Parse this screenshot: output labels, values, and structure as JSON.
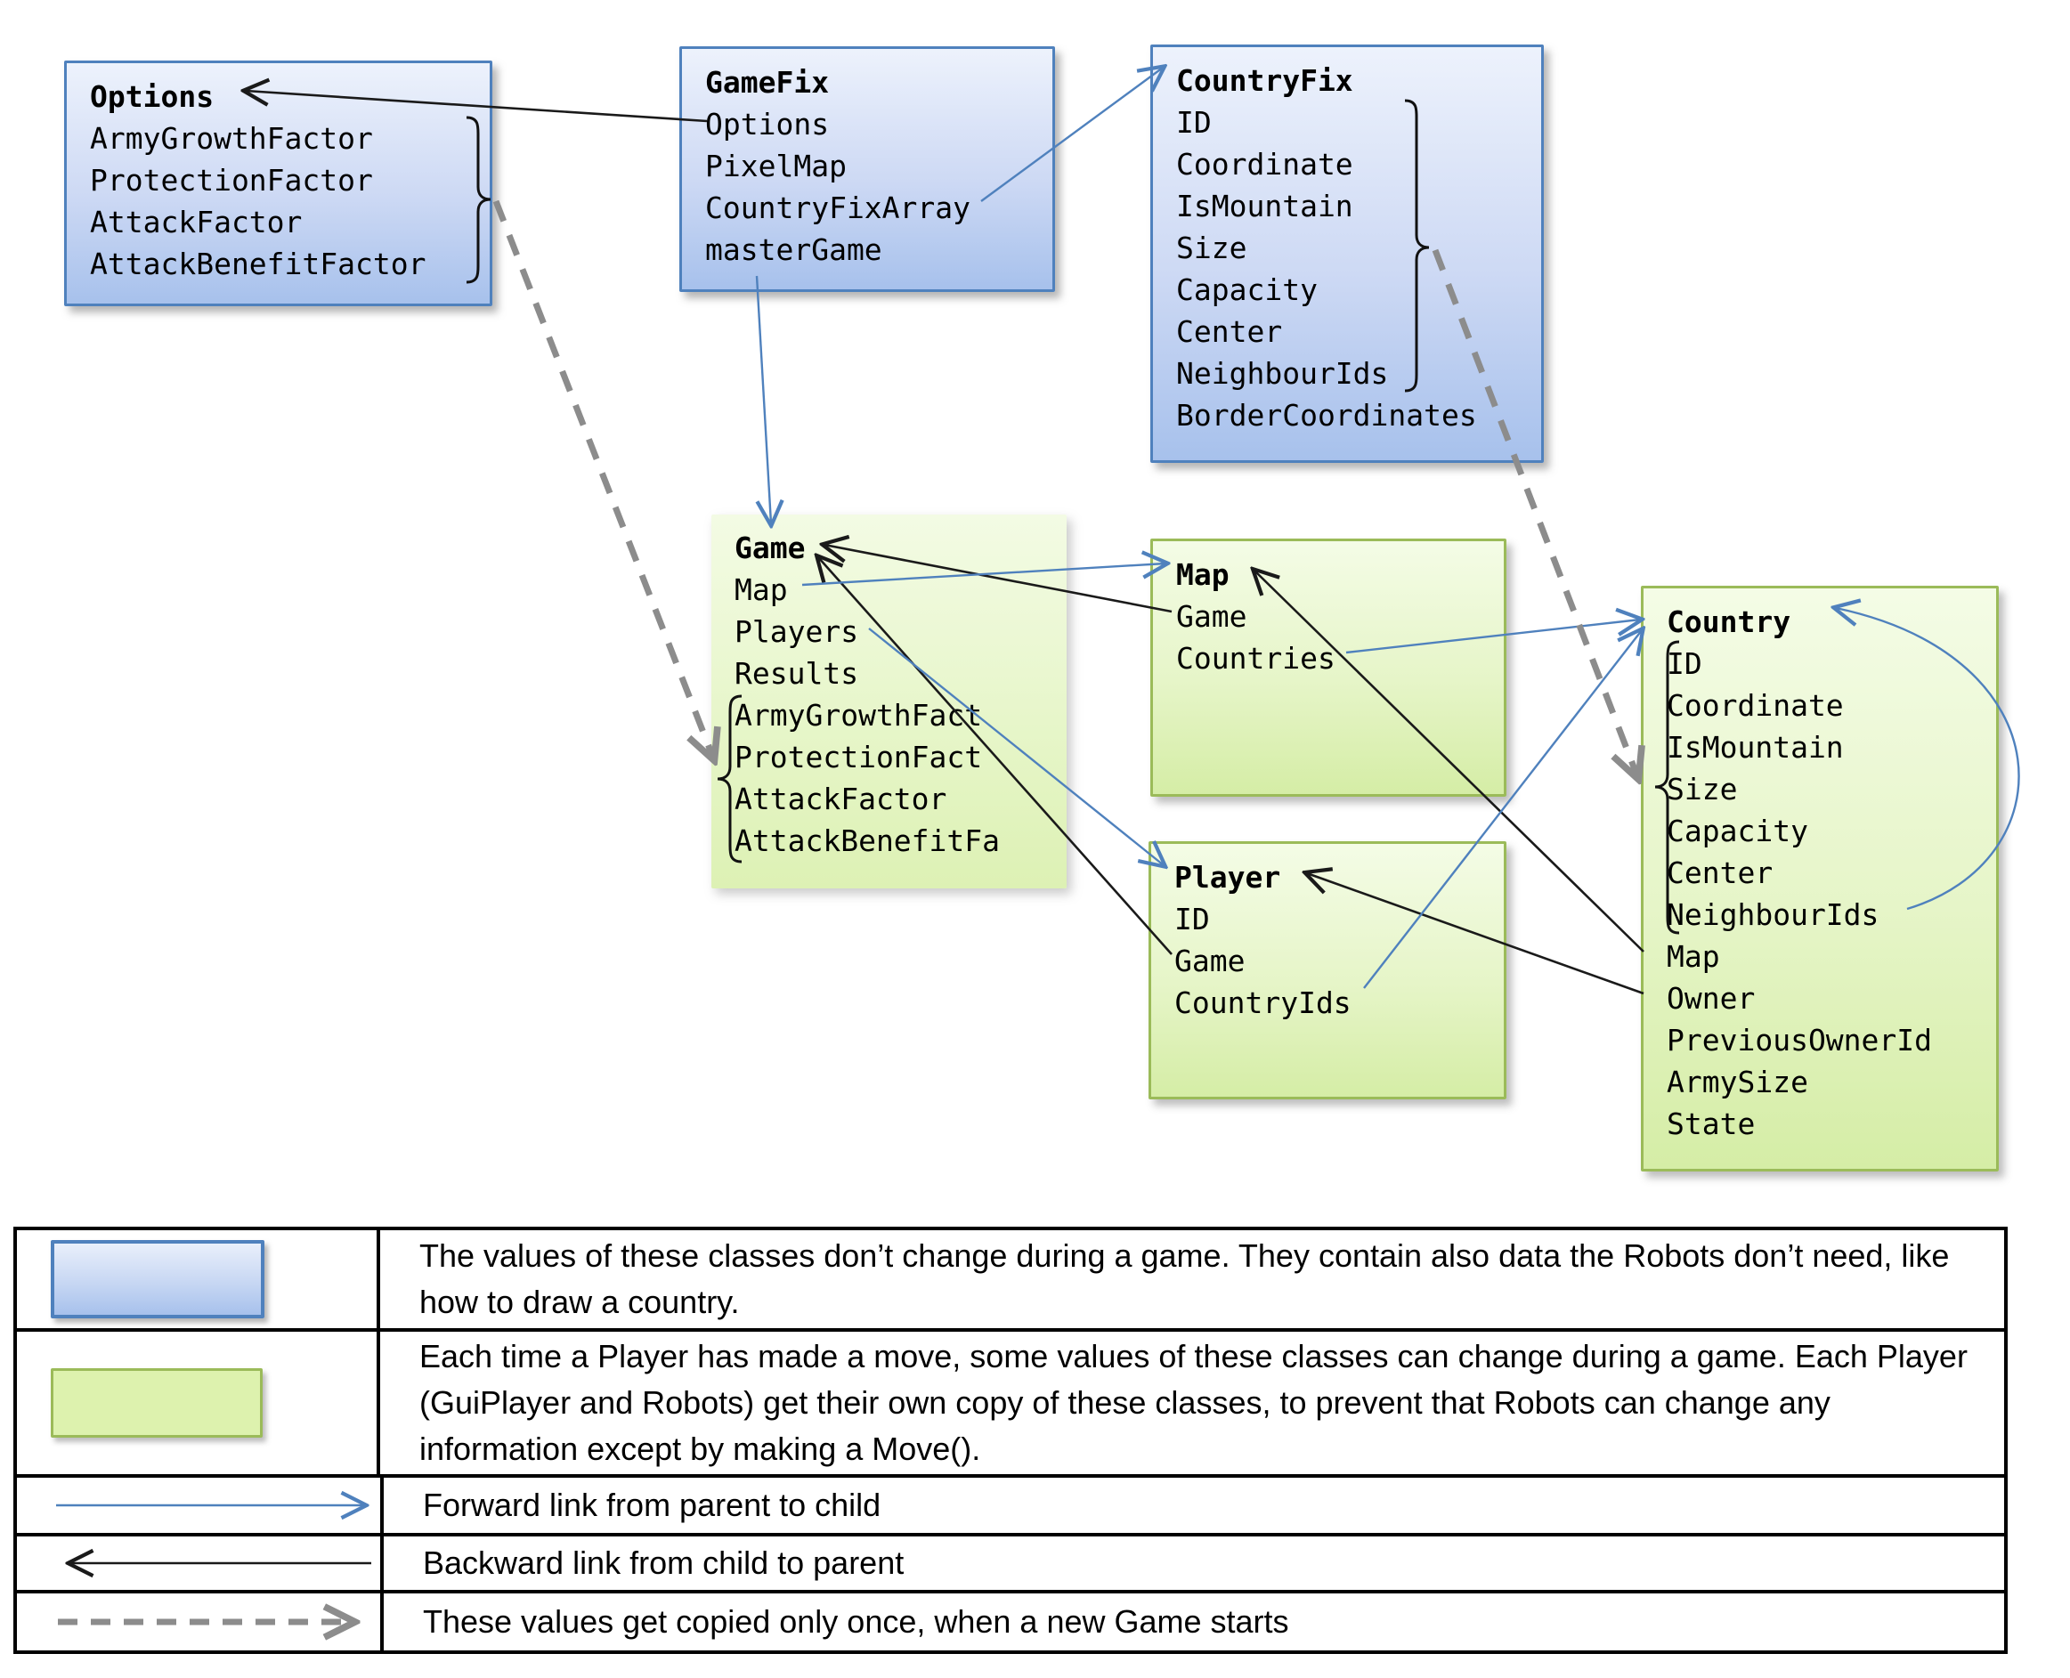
{
  "diagram": {
    "boxes": {
      "options": {
        "title": "Options",
        "items": [
          "ArmyGrowthFactor",
          "ProtectionFactor",
          "AttackFactor",
          "AttackBenefitFactor"
        ]
      },
      "gamefix": {
        "title": "GameFix",
        "items": [
          "Options",
          "PixelMap",
          "CountryFixArray",
          "masterGame"
        ]
      },
      "countryfix": {
        "title": "CountryFix",
        "items": [
          "ID",
          "Coordinate",
          "IsMountain",
          "Size",
          "Capacity",
          "Center",
          "NeighbourIds",
          "BorderCoordinates"
        ]
      },
      "game": {
        "title": "Game",
        "items": [
          "Map",
          "Players",
          "Results",
          "ArmyGrowthFact",
          "ProtectionFact",
          "AttackFactor",
          "AttackBenefitFa"
        ]
      },
      "map": {
        "title": "Map",
        "items": [
          "Game",
          "Countries"
        ]
      },
      "player": {
        "title": "Player",
        "items": [
          "ID",
          "Game",
          "CountryIds"
        ]
      },
      "country": {
        "title": "Country",
        "items": [
          "ID",
          "Coordinate",
          "IsMountain",
          "Size",
          "Capacity",
          "Center",
          "NeighbourIds",
          "Map",
          "Owner",
          "PreviousOwnerId",
          "ArmySize",
          "State"
        ]
      }
    },
    "colors": {
      "fixed_border": "#4f81bd",
      "fixed_fill_top": "#edf2fc",
      "fixed_fill_bottom": "#a7c1ec",
      "mutable_border": "#9bbb59",
      "mutable_fill_top": "#f4fce6",
      "mutable_fill_bottom": "#d5eda6",
      "forward_link": "#4f81bd",
      "backward_link": "#1a1a1a",
      "copy_link": "#8c8c8c"
    }
  },
  "legend": {
    "rows": [
      {
        "symbol": "fixed-class-swatch",
        "text": "The values of these classes don’t change during a game. They contain also data the Robots don’t need, like how to draw a country."
      },
      {
        "symbol": "mutable-class-swatch",
        "text": "Each time a Player has made a move, some values of these classes  can change during a game. Each Player (GuiPlayer and Robots) get their own copy of these classes, to prevent that Robots can change any information except by making a Move()."
      },
      {
        "symbol": "forward-link-arrow",
        "text": "Forward link from parent to child"
      },
      {
        "symbol": "backward-link-arrow",
        "text": "Backward link from child to parent"
      },
      {
        "symbol": "copy-once-arrow",
        "text": "These values get copied only once, when a new Game starts"
      }
    ]
  }
}
